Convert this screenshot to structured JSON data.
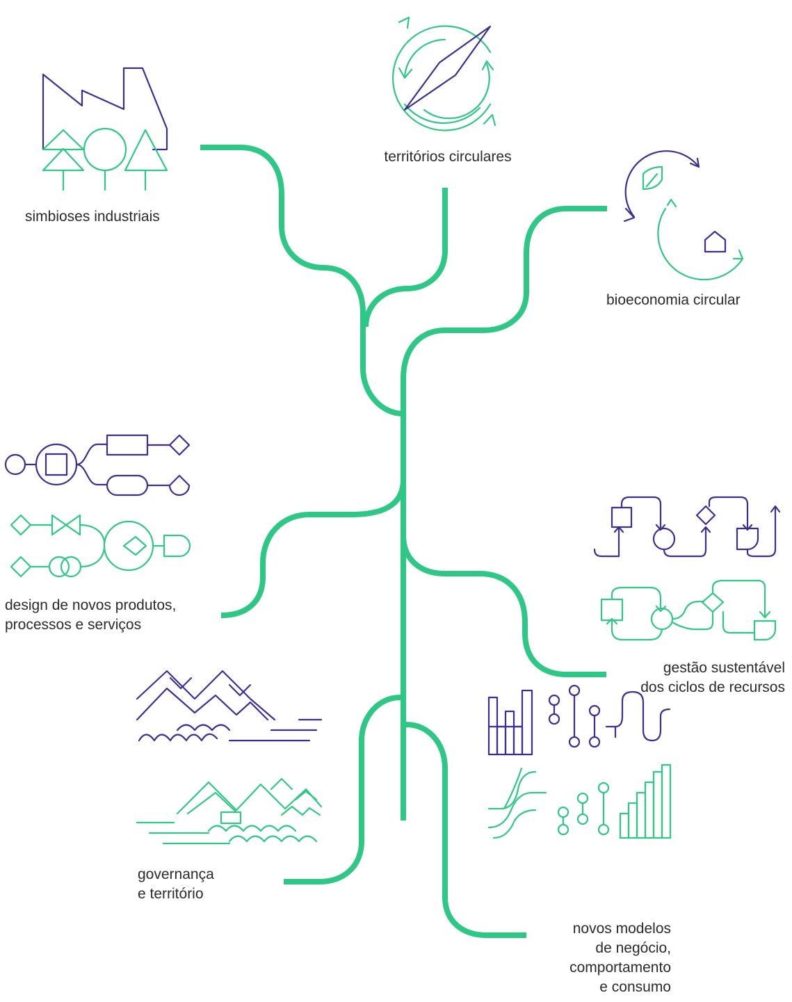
{
  "colors": {
    "branch": "#2ec785",
    "accent_purple": "#3b2e8f",
    "text": "#2a2a2a"
  },
  "nodes": {
    "simbioses": {
      "label": "simbioses industriais",
      "icon": "factory-with-trees-icon"
    },
    "territorios": {
      "label": "territórios circulares",
      "icon": "compass-cycle-icon"
    },
    "bioeconomia": {
      "label": "bioeconomia circular",
      "icon": "leaf-home-cycle-icon"
    },
    "design": {
      "line1": "design de novos produtos,",
      "line2": "processos e serviços",
      "icon": "process-flow-icon"
    },
    "gestao": {
      "line1": "gestão sustentável",
      "line2": "dos ciclos de recursos",
      "icon": "resource-loop-icon"
    },
    "governanca": {
      "line1": "governança",
      "line2": "e território",
      "icon": "landscape-waves-icon"
    },
    "novos": {
      "line1": "novos modelos",
      "line2": "de negócio,",
      "line3": "comportamento",
      "line4": "e consumo",
      "icon": "business-model-icon"
    }
  }
}
